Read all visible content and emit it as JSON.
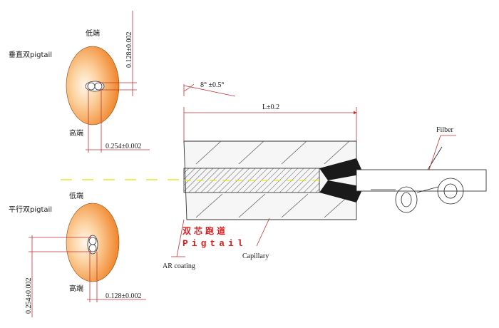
{
  "top_view": {
    "title": "垂直双pigtail",
    "low_end": "低端",
    "high_end": "高端",
    "dim_pitch": "0.128±0.002",
    "dim_width": "0.254±0.002"
  },
  "bottom_view": {
    "title": "平行双pigtail",
    "low_end": "低端",
    "high_end": "高端",
    "dim_pitch": "0.254±0.002",
    "dim_width": "0.128±0.002"
  },
  "side_view": {
    "angle": "8° ±0.5°",
    "length": "L±0.2",
    "fiber": "Filber",
    "capillary": "Capillary",
    "ar_coating": "AR coating",
    "product_cn": "双芯跑道",
    "product_en": "Pigtail"
  },
  "colors": {
    "ferrule_center": "#fff1df",
    "ferrule_edge": "#f07c1a",
    "axis": "#e8e000",
    "dimension": "#c0323a",
    "title_red": "#d81e1e"
  }
}
